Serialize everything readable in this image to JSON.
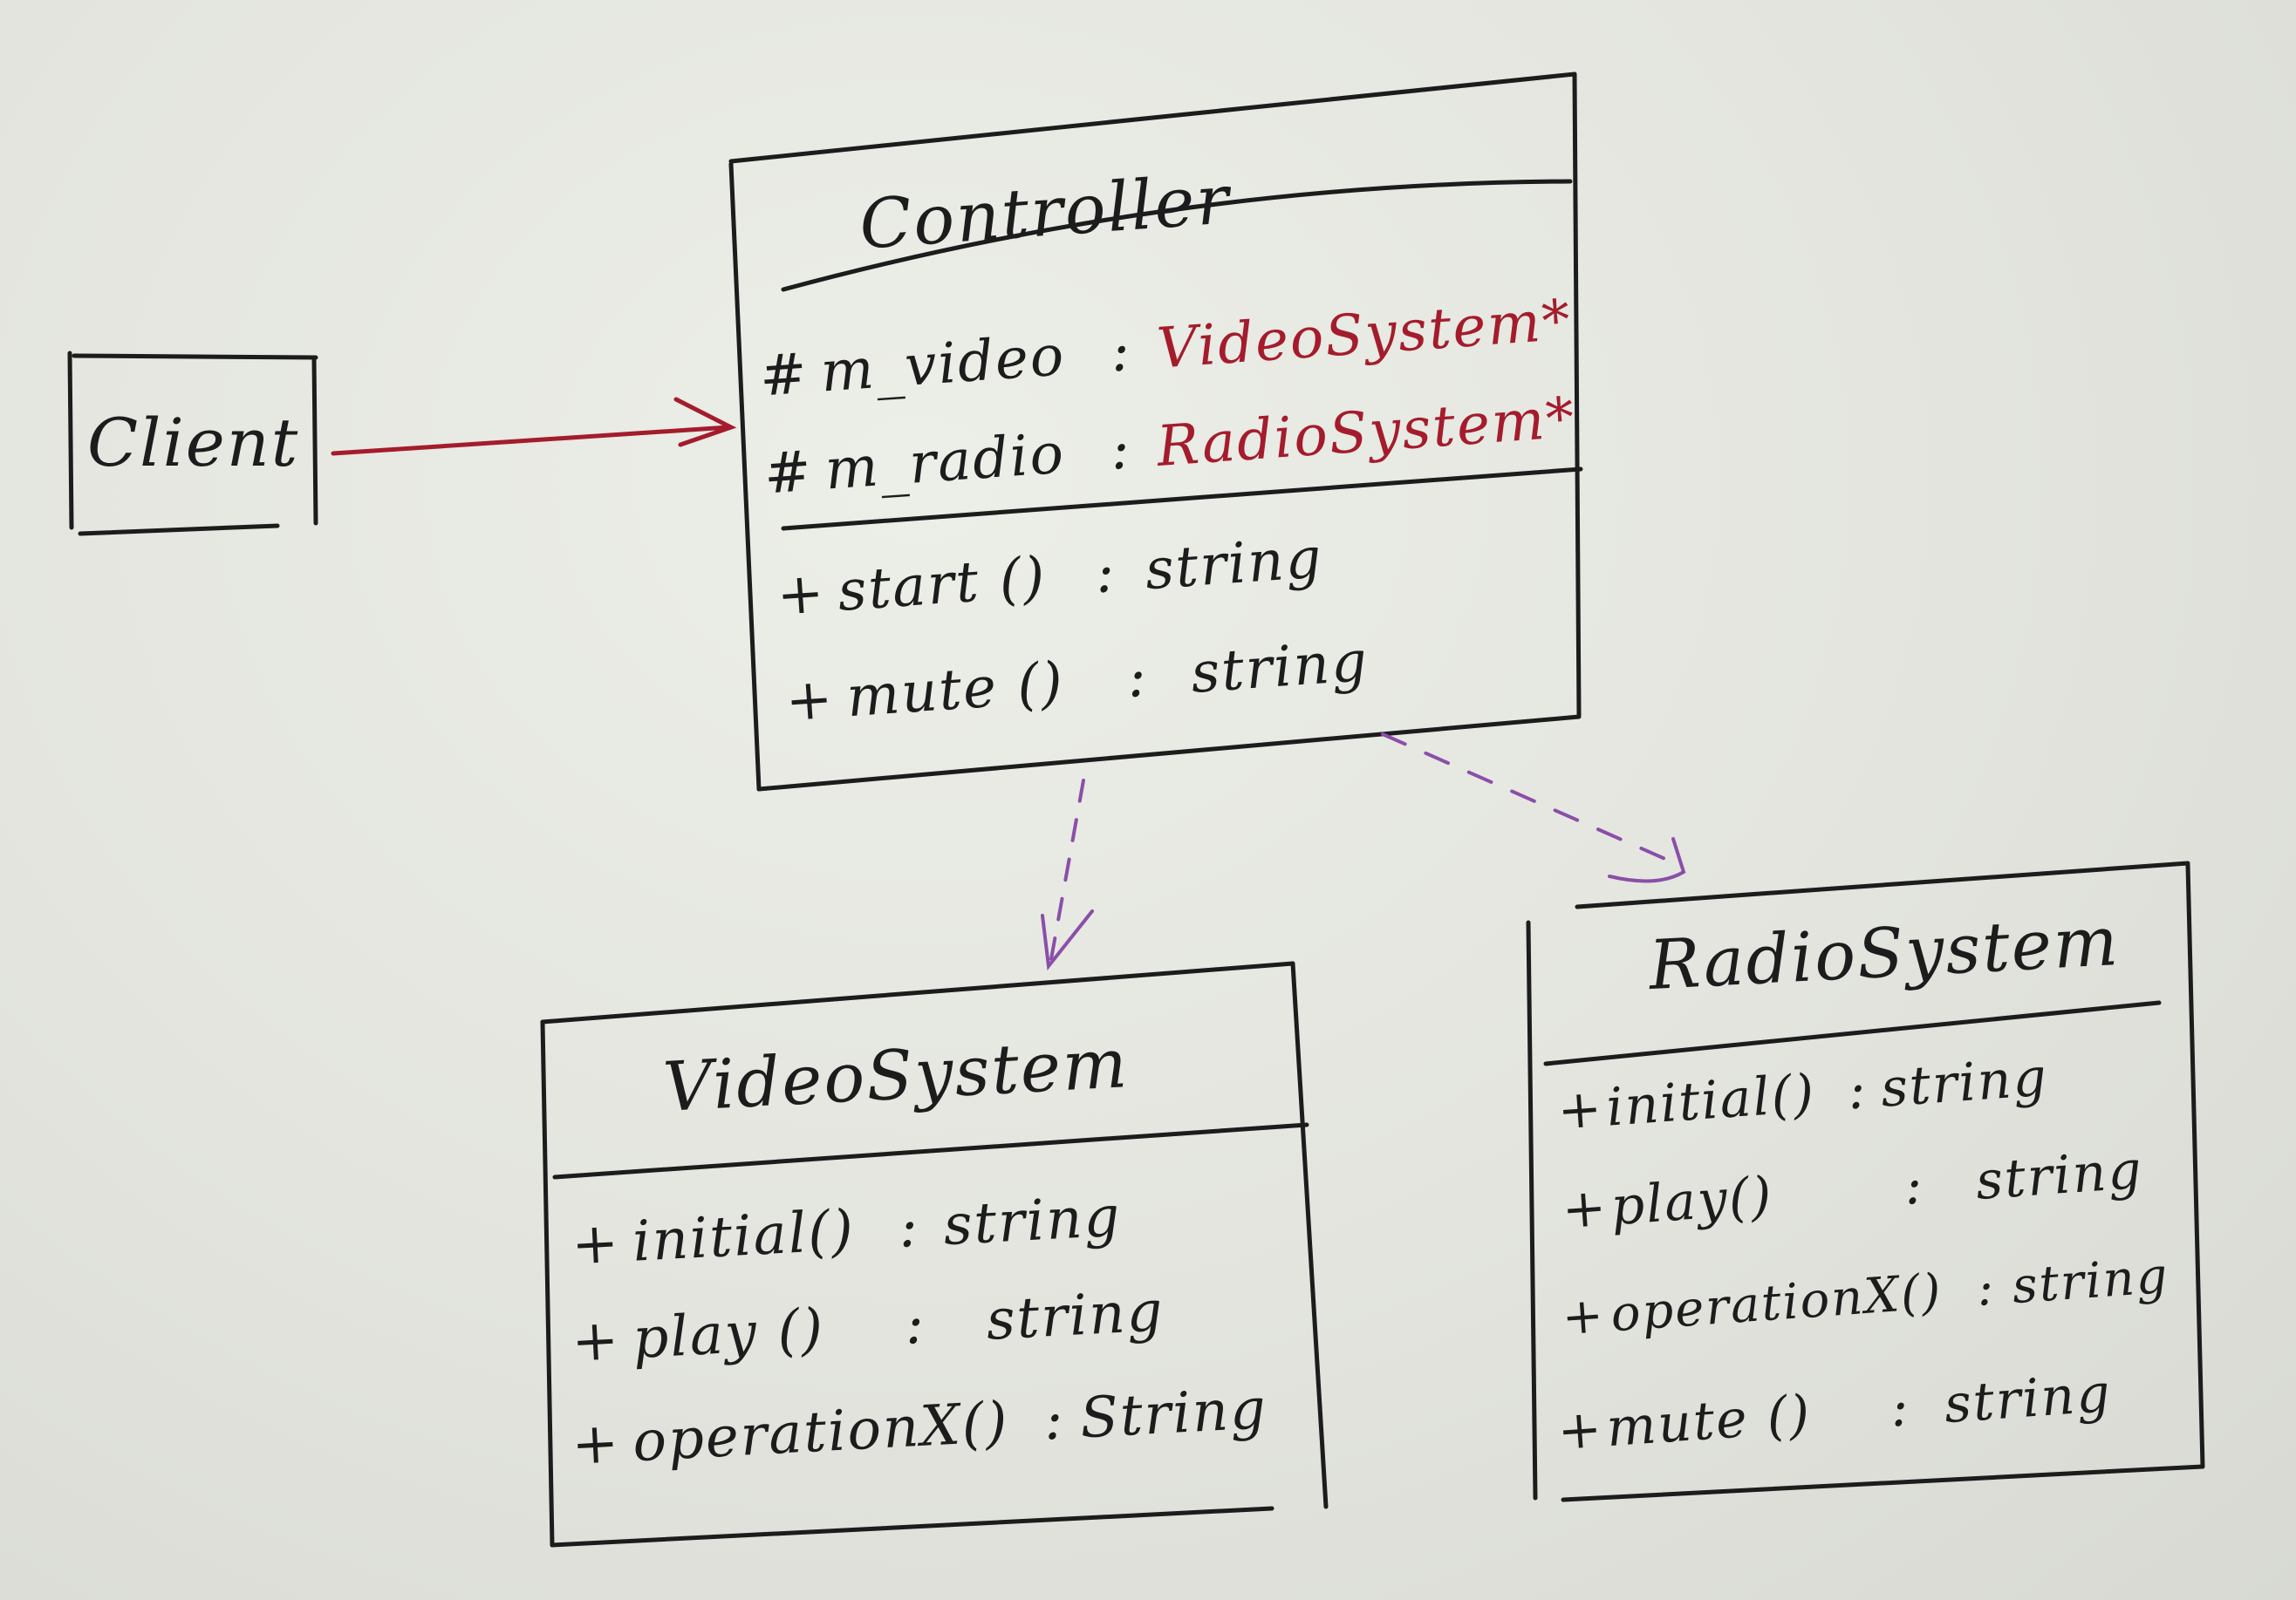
{
  "classes": {
    "client": {
      "name": "Client"
    },
    "controller": {
      "name": "Controller",
      "attributes": [
        {
          "visibility": "#",
          "name": "m_video",
          "sep": ":",
          "type": "VideoSystem*"
        },
        {
          "visibility": "#",
          "name": "m_radio",
          "sep": ":",
          "type": "RadioSystem*"
        }
      ],
      "methods": [
        {
          "visibility": "+",
          "name": "start ()",
          "sep": ":",
          "type": "string"
        },
        {
          "visibility": "+",
          "name": "mute ()",
          "sep": ":",
          "type": "string"
        }
      ]
    },
    "video_system": {
      "name": "VideoSystem",
      "methods": [
        {
          "visibility": "+",
          "name": "initial()",
          "sep": ":",
          "type": "string"
        },
        {
          "visibility": "+",
          "name": "play ()",
          "sep": ":",
          "type": "string"
        },
        {
          "visibility": "+",
          "name": "operationX()",
          "sep": ":",
          "type": "String"
        }
      ]
    },
    "radio_system": {
      "name": "RadioSystem",
      "methods": [
        {
          "visibility": "+",
          "name": "initial()",
          "sep": ":",
          "type": "string"
        },
        {
          "visibility": "+",
          "name": "play()",
          "sep": ":",
          "type": "string"
        },
        {
          "visibility": "+",
          "name": "operationX()",
          "sep": ":",
          "type": "string"
        },
        {
          "visibility": "+",
          "name": "mute ()",
          "sep": ":",
          "type": "string"
        }
      ]
    }
  },
  "colors": {
    "ink": "#1c1c1c",
    "red_ink": "#a41c2c",
    "purple_ink": "#8a4fa8",
    "paper": "#e6e7e1"
  }
}
